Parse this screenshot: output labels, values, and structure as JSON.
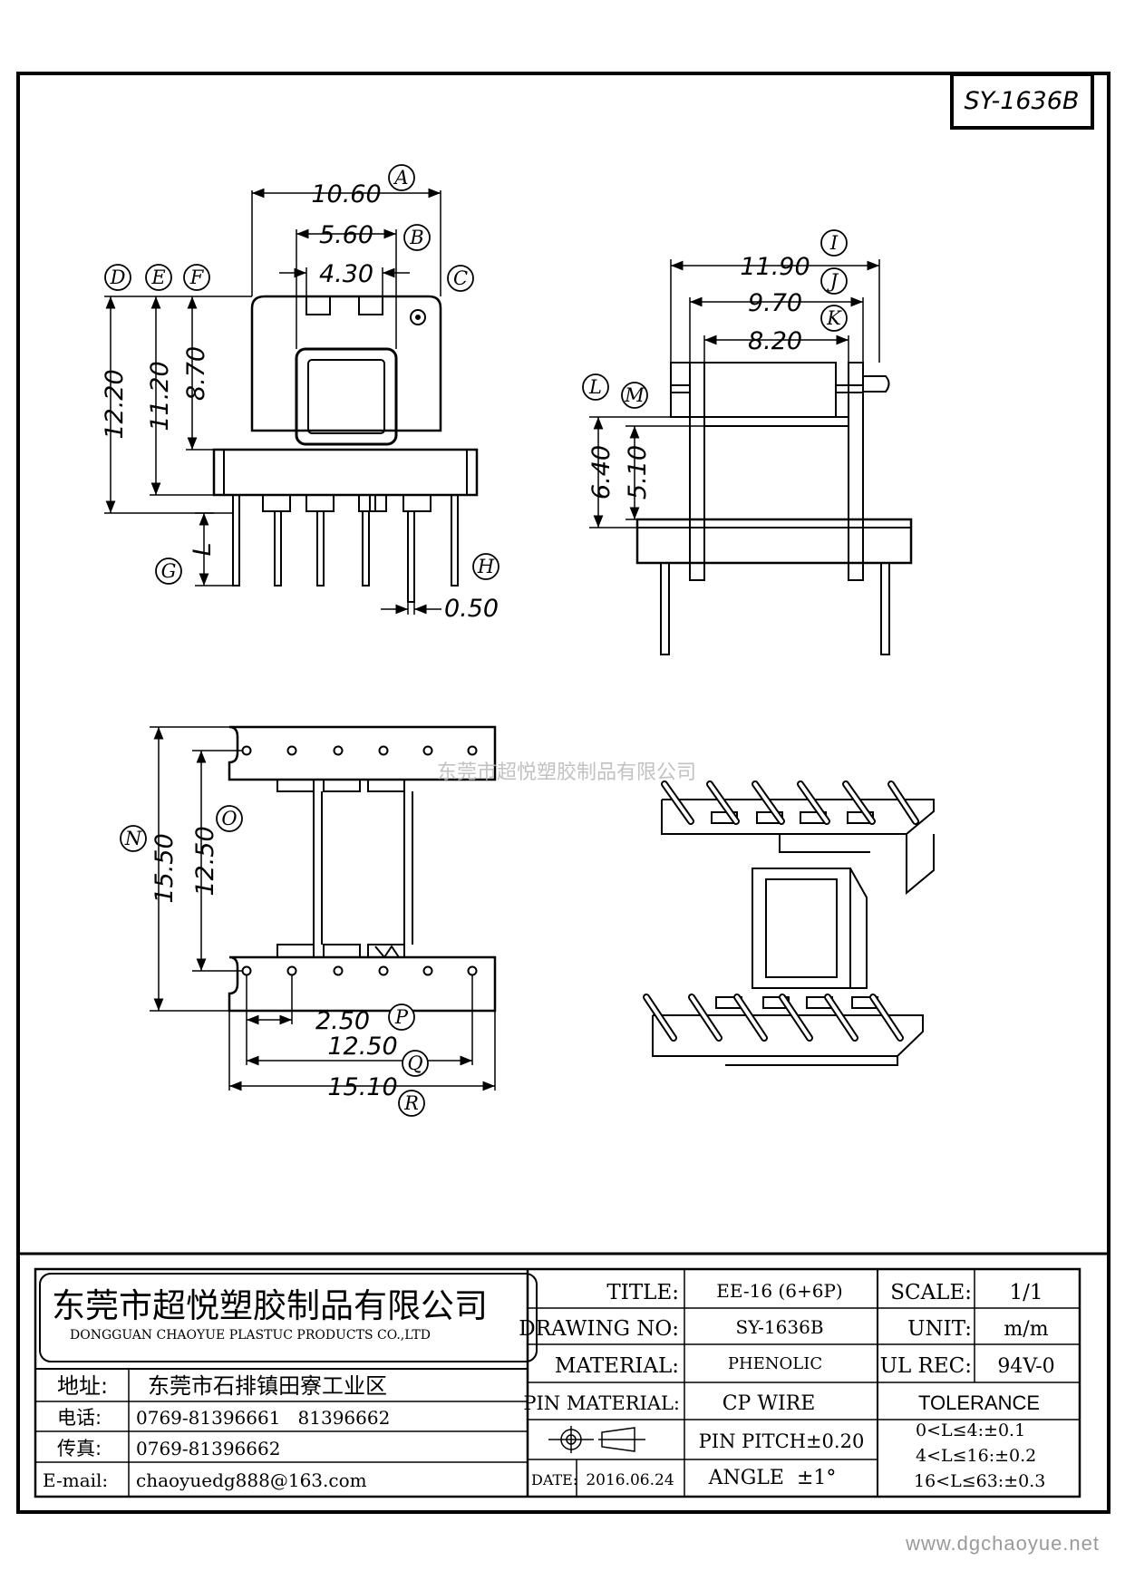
{
  "part_number": "SY-1636B",
  "watermark": "东莞市超悦塑胶制品有限公司",
  "website": "www.dgchaoyue.net",
  "dimensions": {
    "A": "10.60",
    "B": "5.60",
    "B2": "4.30",
    "D": "12.20",
    "E": "11.20",
    "F": "8.70",
    "G": "L",
    "H": "0.50",
    "I": "11.90",
    "J": "9.70",
    "K": "8.20",
    "L": "6.40",
    "M": "5.10",
    "N": "15.50",
    "O": "12.50",
    "P": "2.50",
    "Q": "12.50",
    "R": "15.10"
  },
  "callouts": [
    "A",
    "B",
    "C",
    "D",
    "E",
    "F",
    "G",
    "H",
    "I",
    "J",
    "K",
    "L",
    "M",
    "N",
    "O",
    "P",
    "Q",
    "R"
  ],
  "company": {
    "name_cn": "东莞市超悦塑胶制品有限公司",
    "name_en": "DONGGUAN CHAOYUE PLASTUC PRODUCTS CO.,LTD",
    "address_label": "地址:",
    "address": "东莞市石排镇田寮工业区",
    "phone_label": "电话:",
    "phone": "0769-81396661   81396662",
    "fax_label": "传真:",
    "fax": "0769-81396662",
    "email_label": "E-mail:",
    "email": "chaoyuedg888@163.com"
  },
  "titleblock": {
    "title_label": "TITLE:",
    "title": "EE-16 (6+6P)",
    "drawing_no_label": "DRAWING NO:",
    "drawing_no": "SY-1636B",
    "material_label": "MATERIAL:",
    "material": "PHENOLIC",
    "pin_material_label": "PIN MATERIAL:",
    "pin_material": "CP WIRE",
    "pin_pitch": "PIN PITCH±0.20",
    "date_label": "DATE:",
    "date": "2016.06.24",
    "angle": "ANGLE  ±1°",
    "scale_label": "SCALE:",
    "scale": "1/1",
    "unit_label": "UNIT:",
    "unit": "m/m",
    "ul_label": "UL REC:",
    "ul": "94V-0",
    "tolerance_label": "TOLERANCE",
    "tolerances": [
      "0<L≤4:±0.1",
      "4<L≤16:±0.2",
      "16<L≤63:±0.3"
    ]
  }
}
